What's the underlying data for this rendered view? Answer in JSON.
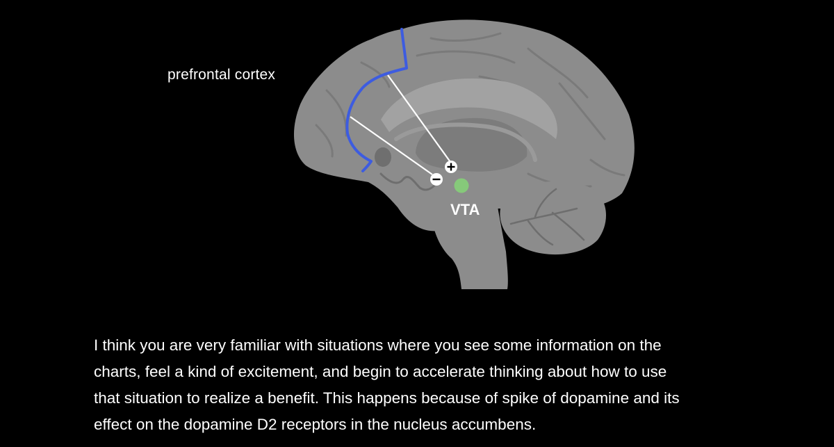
{
  "diagram": {
    "labels": {
      "prefrontal_cortex": "prefrontal cortex",
      "vta": "VTA"
    },
    "markers": {
      "excitatory_symbol": "+",
      "inhibitory_symbol": "−"
    },
    "colors": {
      "background": "#000000",
      "brain": "#8c8c8c",
      "brain_dark": "#6e6e6e",
      "prefrontal_highlight": "#3d5ce0",
      "vta_dot": "#86c97a",
      "connection_lines": "#ffffff"
    }
  },
  "caption": {
    "lines": [
      "I think you are very familiar with situations where you see some information on the",
      "charts, feel a kind of excitement, and begin to accelerate thinking about how to use",
      "that situation to realize a benefit. This happens because of spike of dopamine and its",
      "effect on the dopamine D2 receptors in the nucleus accumbens."
    ]
  }
}
